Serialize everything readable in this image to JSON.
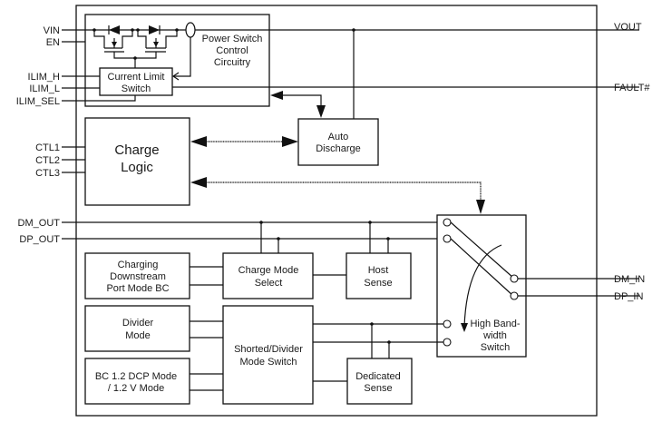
{
  "diagram": {
    "pins_left": {
      "vin": "VIN",
      "en": "EN",
      "ilim_h": "ILIM_H",
      "ilim_l": "ILIM_L",
      "ilim_sel": "ILIM_SEL",
      "ctl1": "CTL1",
      "ctl2": "CTL2",
      "ctl3": "CTL3",
      "dm_out": "DM_OUT",
      "dp_out": "DP_OUT"
    },
    "pins_right": {
      "vout": "VOUT",
      "fault": "FAULT#",
      "dm_in": "DM_IN",
      "dp_in": "DP_IN"
    },
    "blocks": {
      "power_switch": [
        "Power Switch",
        "Control",
        "Circuitry"
      ],
      "current_limit": [
        "Current Limit",
        "Switch"
      ],
      "auto_discharge": [
        "Auto",
        "Discharge"
      ],
      "charge_logic": [
        "Charge",
        "Logic"
      ],
      "cdp_mode": [
        "Charging",
        "Downstream",
        "Port Mode BC"
      ],
      "charge_mode_select": [
        "Charge Mode",
        "Select"
      ],
      "host_sense": [
        "Host",
        "Sense"
      ],
      "divider_mode": [
        "Divider",
        "Mode"
      ],
      "shorted_divider": [
        "Shorted/Divider",
        "Mode Switch"
      ],
      "dcp_mode": [
        "BC 1.2 DCP Mode",
        "/ 1.2 V Mode"
      ],
      "dedicated_sense": [
        "Dedicated",
        "Sense"
      ],
      "hb_switch": [
        "High Band-",
        "width",
        "Switch"
      ]
    }
  }
}
